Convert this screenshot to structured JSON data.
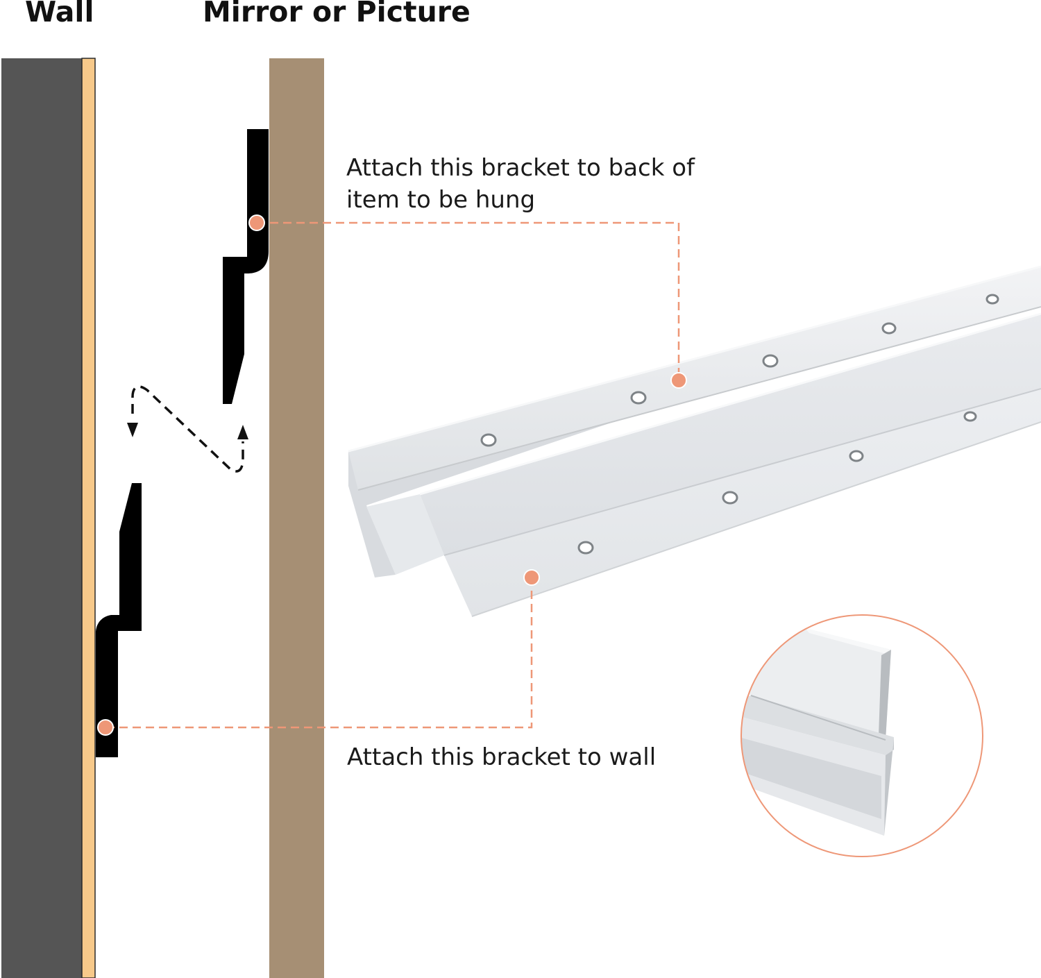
{
  "labels": {
    "wall": "Wall",
    "mirror_or_picture": "Mirror or Picture"
  },
  "callouts": {
    "top_line1": "Attach this bracket to back of",
    "top_line2": "item to be hung",
    "bottom": "Attach this bracket to wall"
  },
  "colors": {
    "wall": "#555555",
    "wall_facing": "#f7c98a",
    "mirror_panel": "#a68f74",
    "bracket_profile": "#000000",
    "callout_accent": "#ee9777",
    "aluminum": "#e2e5e8"
  }
}
